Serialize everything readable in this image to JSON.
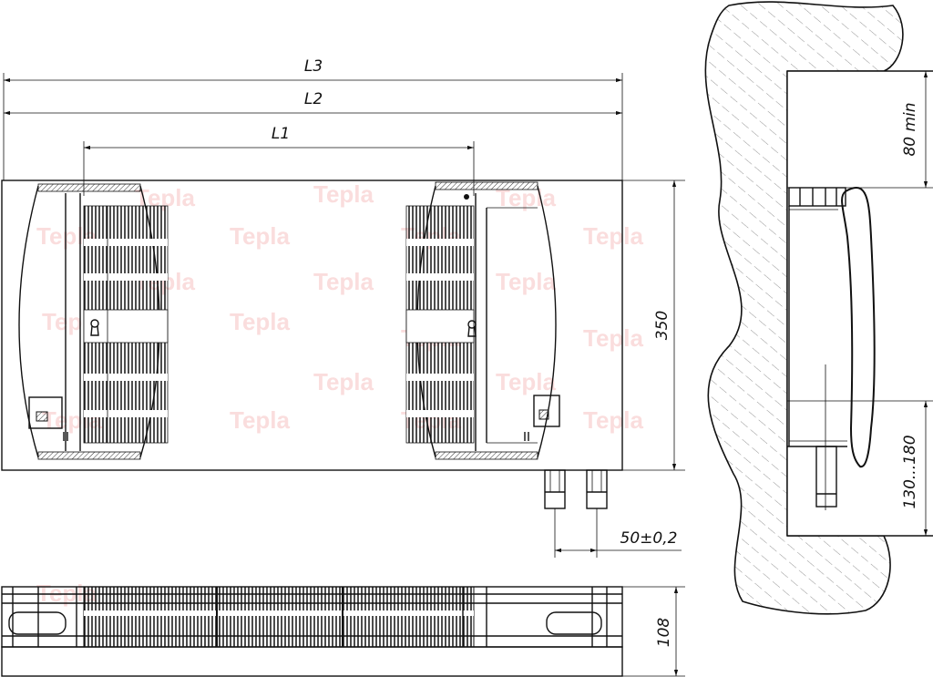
{
  "dimensions": {
    "l3": "L3",
    "l2": "L2",
    "l1": "L1",
    "height": "350",
    "pipe_spacing": "50±0,2",
    "wall_gap": "80 min",
    "floor_gap": "130...180",
    "depth": "108"
  },
  "watermark": "Tepla",
  "colors": {
    "line": "#111111",
    "watermark": "#f2a0a0",
    "hatch": "#555555"
  }
}
